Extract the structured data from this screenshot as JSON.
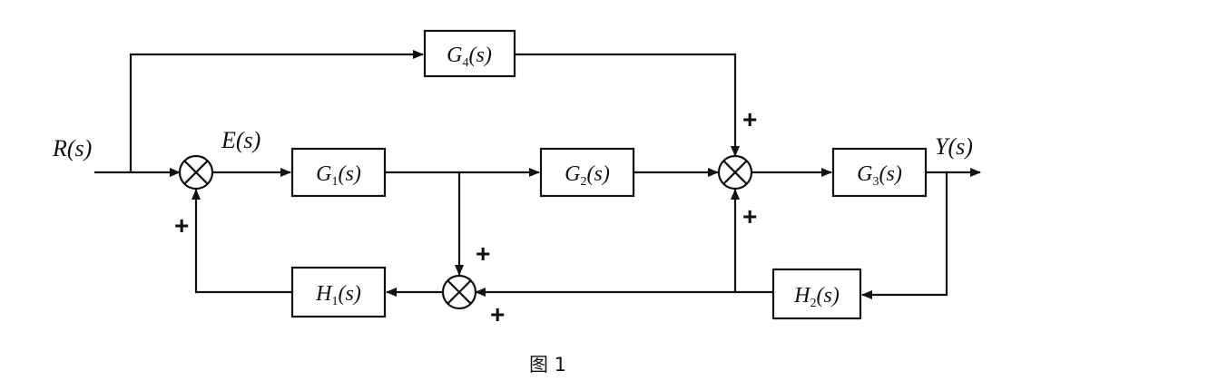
{
  "blocks": {
    "g1": {
      "name": "G",
      "sub": "1",
      "arg": "(s)"
    },
    "g2": {
      "name": "G",
      "sub": "2",
      "arg": "(s)"
    },
    "g3": {
      "name": "G",
      "sub": "3",
      "arg": "(s)"
    },
    "g4": {
      "name": "G",
      "sub": "4",
      "arg": "(s)"
    },
    "h1": {
      "name": "H",
      "sub": "1",
      "arg": "(s)"
    },
    "h2": {
      "name": "H",
      "sub": "2",
      "arg": "(s)"
    }
  },
  "signals": {
    "input": "R(s)",
    "error": "E(s)",
    "output": "Y(s)"
  },
  "signs": {
    "s1_feedback": "+",
    "s2_from_g4": "+",
    "s2_from_h2": "+",
    "s3_from_g1": "+",
    "s3_from_h2": "+"
  },
  "caption": "图 1"
}
